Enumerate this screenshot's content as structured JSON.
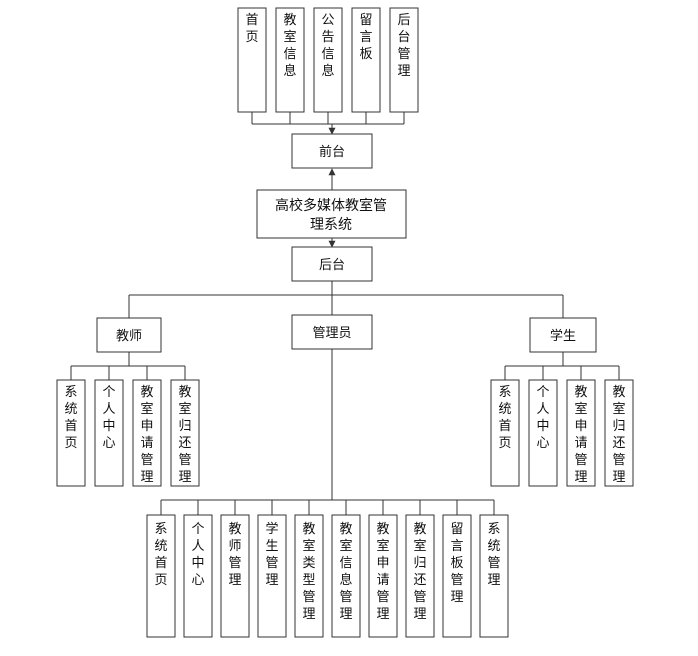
{
  "root": {
    "label_line1": "高校多媒体教室管",
    "label_line2": "理系统"
  },
  "front": {
    "label": "前台",
    "items": [
      "首页",
      "教室信息",
      "公告信息",
      "留言板",
      "后台管理"
    ]
  },
  "back": {
    "label": "后台"
  },
  "roles": {
    "teacher": {
      "label": "教师",
      "items": [
        "系统首页",
        "个人中心",
        "教室申请管理",
        "教室归还管理"
      ]
    },
    "admin": {
      "label": "管理员",
      "items": [
        "系统首页",
        "个人中心",
        "教师管理",
        "学生管理",
        "教室类型管理",
        "教室信息管理",
        "教室申请管理",
        "教室归还管理",
        "留言板管理",
        "系统管理"
      ]
    },
    "student": {
      "label": "学生",
      "items": [
        "系统首页",
        "个人中心",
        "教室申请管理",
        "教室归还管理"
      ]
    }
  }
}
